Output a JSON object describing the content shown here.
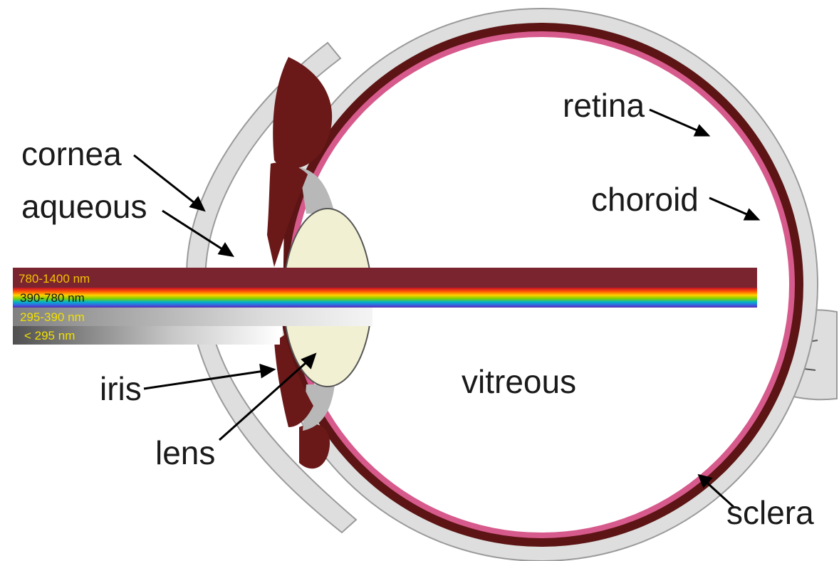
{
  "labels": {
    "cornea": "cornea",
    "aqueous": "aqueous",
    "iris": "iris",
    "lens": "lens",
    "vitreous": "vitreous",
    "retina": "retina",
    "choroid": "choroid",
    "sclera": "sclera"
  },
  "bands": [
    {
      "label": "780-1400 nm",
      "label_color": "#f2c200"
    },
    {
      "label": "390-780 nm",
      "label_color": "#1a1a1a"
    },
    {
      "label": "295-390 nm",
      "label_color": "#f2e000"
    },
    {
      "label": "< 295 nm",
      "label_color": "#f2e000"
    }
  ],
  "colors": {
    "sclera": "#dedede",
    "choroid": "#5c1414",
    "retina": "#d65a8c",
    "lens": "#f2f0d2",
    "iris": "#6a1818",
    "ir_band": "#7a2430"
  }
}
